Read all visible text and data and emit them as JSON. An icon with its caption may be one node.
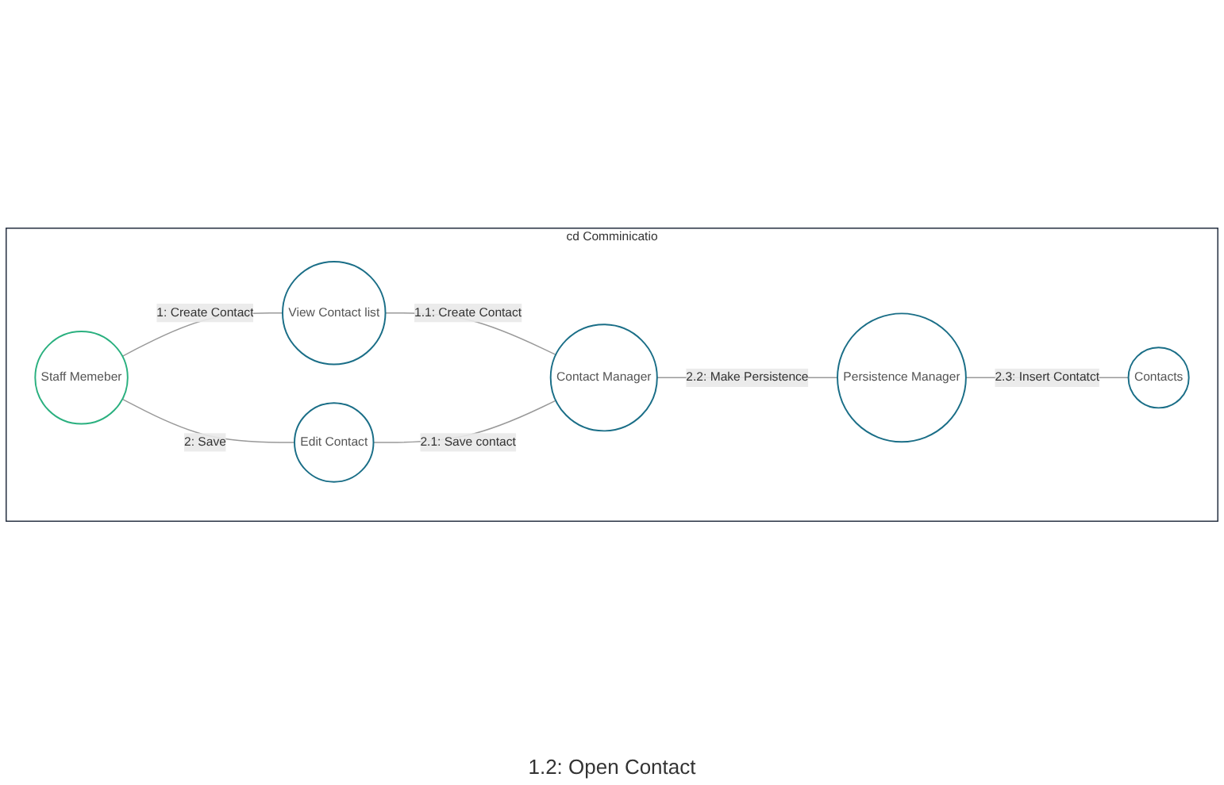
{
  "diagram": {
    "nodes": [
      {
        "text": [
          "cd Comminicatio"
        ]
      },
      {
        "text": [
          "Staff Memeber"
        ],
        "in": 0
      },
      {
        "text": [
          "View Contact list"
        ],
        "in": 0
      },
      {
        "text": [
          "Persistence Manager"
        ],
        "in": 0
      },
      {
        "text": [
          "Edit Contact"
        ],
        "in": 0
      },
      {
        "text": [
          "Contact Manager"
        ],
        "in": 0
      },
      {
        "text": [
          "Contacts"
        ],
        "in": 0
      }
    ],
    "edges": [
      {
        "from": 1,
        "to": 2,
        "arrow": "none",
        "label": "1: Create Contact"
      },
      {
        "from": 2,
        "to": 5,
        "arrow": "none",
        "label": "1.1: Create Contact"
      },
      {
        "from": 1,
        "to": 4,
        "arrow": "none",
        "label": "2: Save"
      },
      {
        "from": 4,
        "to": 5,
        "arrow": "none",
        "label": "2.1: Save contact"
      },
      {
        "from": 5,
        "to": 3,
        "arrow": "none",
        "label": "2.2: Make Persistence"
      },
      {
        "from": 3,
        "to": 6,
        "arrow": "none",
        "label": "2.3: Insert Contatct"
      }
    ],
    "labels": [
      "1.2: Open Contact"
    ]
  }
}
